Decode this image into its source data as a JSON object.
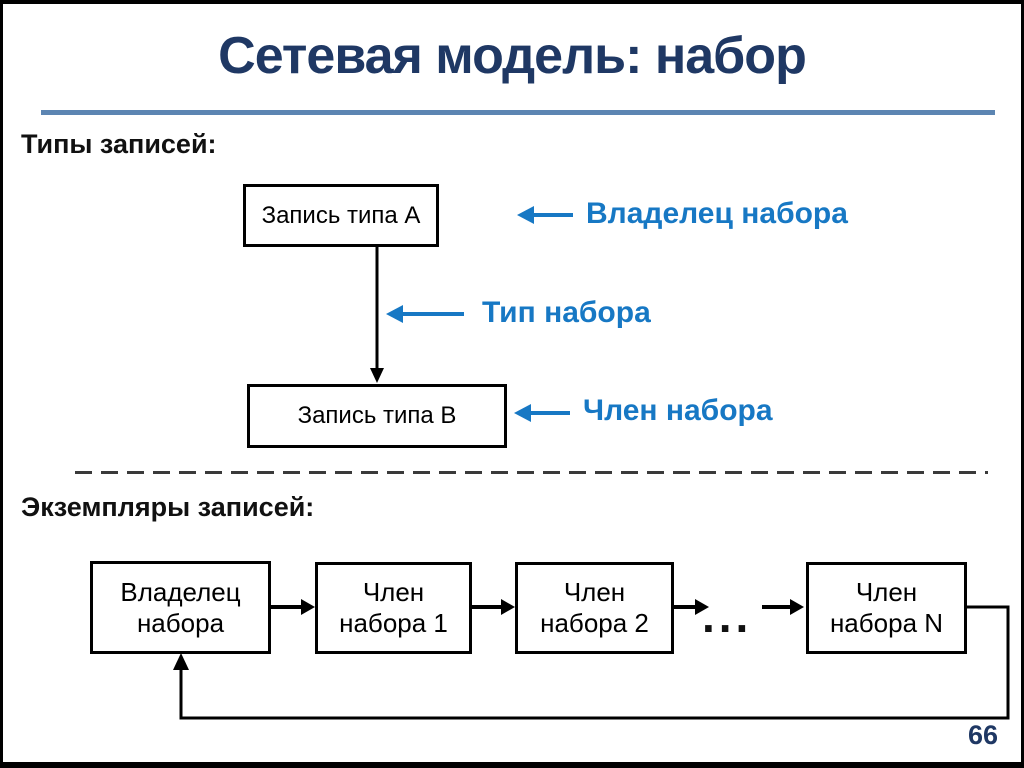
{
  "slide": {
    "title": "Сетевая модель: набор",
    "page_number": "66"
  },
  "type_section": {
    "heading": "Типы записей:",
    "box_a": "Запись типа A",
    "box_b": "Запись типа B",
    "label_owner": "Владелец набора",
    "label_set_type": "Тип набора",
    "label_member": "Член набора"
  },
  "instance_section": {
    "heading": "Экземпляры записей:",
    "owner_box": "Владелец набора",
    "member_boxes": [
      "Член набора 1",
      "Член набора 2",
      "Член набора N"
    ],
    "ellipsis": "..."
  },
  "colors": {
    "title_navy": "#1F3864",
    "accent_blue": "#1778C4",
    "rule_blue": "#5C85B2",
    "dash_gray": "#3A3A3A"
  }
}
